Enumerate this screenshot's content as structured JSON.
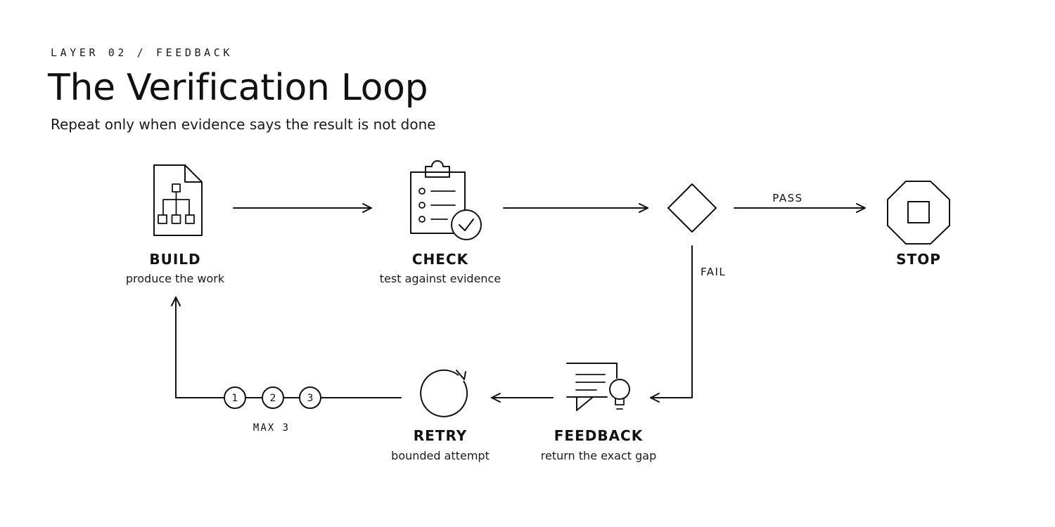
{
  "header": {
    "eyebrow": "LAYER 02 / FEEDBACK",
    "title": "The Verification Loop",
    "subtitle": "Repeat only when evidence says the result is not done"
  },
  "nodes": {
    "build": {
      "title": "BUILD",
      "subtitle": "produce the work",
      "icon": "document-hierarchy-icon"
    },
    "check": {
      "title": "CHECK",
      "subtitle": "test against evidence",
      "icon": "clipboard-checklist-icon"
    },
    "decision": {
      "icon": "decision-diamond-icon"
    },
    "stop": {
      "title": "STOP",
      "icon": "stop-octagon-icon"
    },
    "feedback": {
      "title": "FEEDBACK",
      "subtitle": "return the exact gap",
      "icon": "speech-bubble-lightbulb-icon"
    },
    "retry": {
      "title": "RETRY",
      "subtitle": "bounded attempt",
      "icon": "circular-arrow-icon"
    }
  },
  "edges": {
    "pass_label": "PASS",
    "fail_label": "FAIL"
  },
  "attempts": {
    "steps": [
      "1",
      "2",
      "3"
    ],
    "max_label": "MAX 3"
  },
  "colors": {
    "ink": "#111111",
    "background": "#ffffff"
  }
}
